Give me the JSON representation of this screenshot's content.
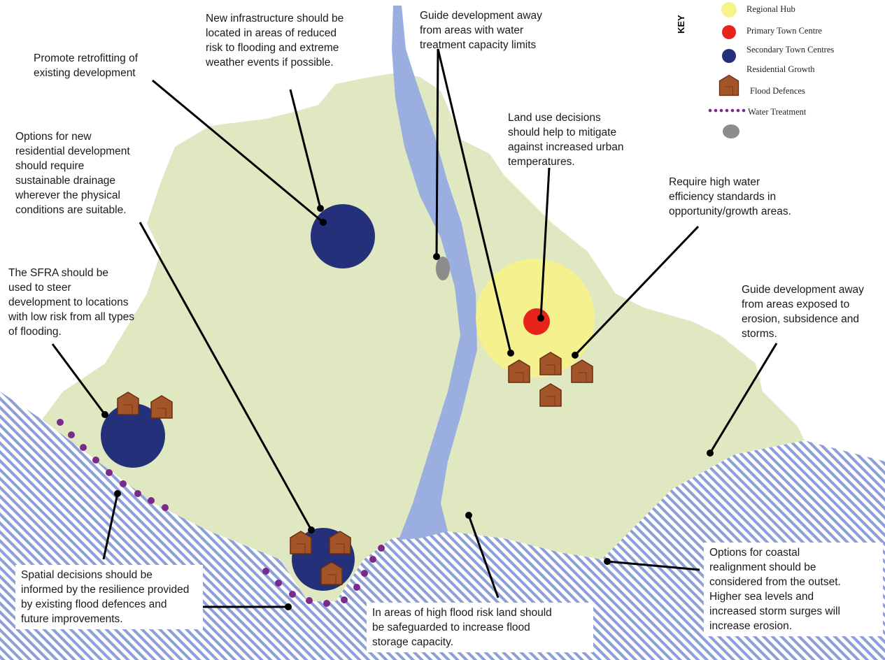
{
  "key": {
    "title": "KEY",
    "items": [
      {
        "label": "Regional Hub",
        "symbol": "yellow-circle",
        "color": "#f7f28a"
      },
      {
        "label": "Primary Town Centre",
        "symbol": "red-circle",
        "color": "#e8231c"
      },
      {
        "label": "Secondary Town Centres",
        "symbol": "blue-circle",
        "color": "#25307a"
      },
      {
        "label": "Residential Growth",
        "symbol": "none"
      },
      {
        "label": "Flood Defences",
        "symbol": "house",
        "color": "#8a2f1a"
      },
      {
        "label": "Water Treatment",
        "symbol": "purple-dots",
        "color": "#7b2a8c"
      },
      {
        "label": "",
        "symbol": "grey-oval",
        "color": "#8c8c8c"
      }
    ]
  },
  "notes": {
    "retrofit": "Promote retrofitting of\nexisting development",
    "infrastructure": "New infrastructure should be\nlocated in areas of reduced\nrisk to flooding and extreme\nweather events if possible.",
    "water_capacity": "Guide development away\nfrom areas with water\ntreatment capacity limits",
    "land_use": "Land use decisions\nshould help to mitigate\nagainst increased urban\ntemperatures.",
    "drainage": "Options for new\nresidential development\nshould require\nsustainable drainage\nwherever the physical\nconditions are suitable.",
    "water_efficiency": "Require high water\nefficiency standards in\nopportunity/growth areas.",
    "sfra": "The SFRA should be\nused to steer\ndevelopment to locations\nwith low risk from all types\nof flooding.",
    "erosion": "Guide development away\nfrom areas exposed to\nerosion, subsidence and\nstorms.",
    "spatial": "Spatial decisions should be\ninformed by the resilience provided\nby existing flood defences and\nfuture improvements.",
    "flood_storage": "In areas of high flood risk land should\nbe safeguarded to increase flood\nstorage capacity.",
    "coastal": "Options for coastal\nrealignment should be\nconsidered from the outset.\nHigher sea levels and\nincreased storm surges will\nincrease erosion."
  },
  "colors": {
    "land": "#dfe8c0",
    "river": "#9aaee0",
    "sea_stripe": "#8c9fd8",
    "secondary_centre": "#25307a",
    "primary_centre": "#e8231c",
    "regional_hub": "#f7f28a",
    "flood_defence": "#a3552a",
    "water_treatment": "#7b2a8c",
    "grey_marker": "#8c8c8c"
  }
}
